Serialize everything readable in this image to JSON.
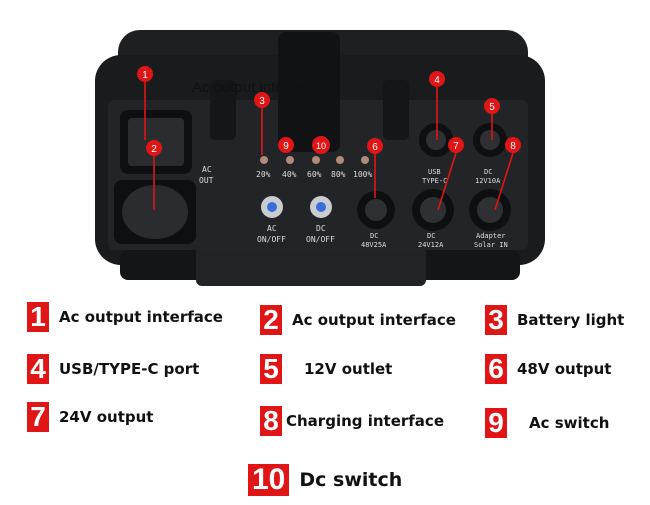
{
  "overlay_caption": "Ac output interface",
  "panel_labels": {
    "ac_out": [
      "AC",
      "OUT"
    ],
    "percent": [
      "20%",
      "40%",
      "60%",
      "80%",
      "100%"
    ],
    "ac_switch": [
      "AC",
      "ON/OFF"
    ],
    "dc_switch": [
      "DC",
      "ON/OFF"
    ],
    "usb": [
      "USB",
      "TYPE-C"
    ],
    "dc_outlet": [
      "DC",
      "12V10A"
    ],
    "out_48v": [
      "DC",
      "48V25A"
    ],
    "out_24v": [
      "DC",
      "24V12A"
    ],
    "charge": [
      "Adapter",
      "Solar IN"
    ]
  },
  "markers": [
    "1",
    "2",
    "3",
    "4",
    "5",
    "6",
    "7",
    "8",
    "9",
    "10"
  ],
  "legend": [
    {
      "num": "1",
      "label": "Ac output interface"
    },
    {
      "num": "2",
      "label": "Ac output interface"
    },
    {
      "num": "3",
      "label": "Battery light"
    },
    {
      "num": "4",
      "label": "USB/TYPE-C port"
    },
    {
      "num": "5",
      "label": "12V outlet"
    },
    {
      "num": "6",
      "label": "48V output"
    },
    {
      "num": "7",
      "label": "24V output"
    },
    {
      "num": "8",
      "label": "Charging interface"
    },
    {
      "num": "9",
      "label": "Ac switch"
    },
    {
      "num": "10",
      "label": "Dc switch"
    }
  ],
  "colors": {
    "accent": "#e01616",
    "case": "#1c1d1f",
    "text": "#111111"
  }
}
